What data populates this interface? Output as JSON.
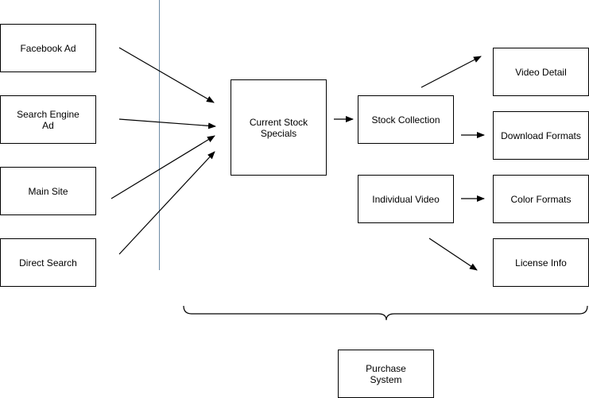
{
  "diagram": {
    "nodes": [
      {
        "id": "facebook-ad",
        "label": "Facebook Ad"
      },
      {
        "id": "search-engine-ad",
        "label": "Search Engine\nAd"
      },
      {
        "id": "main-site",
        "label": "Main Site"
      },
      {
        "id": "direct-search",
        "label": "Direct Search"
      },
      {
        "id": "current-stock-specials",
        "label": "Current Stock\nSpecials"
      },
      {
        "id": "stock-collection",
        "label": "Stock Collection"
      },
      {
        "id": "individual-video",
        "label": "Individual Video"
      },
      {
        "id": "video-detail",
        "label": "Video Detail"
      },
      {
        "id": "download-formats",
        "label": "Download Formats"
      },
      {
        "id": "color-formats",
        "label": "Color Formats"
      },
      {
        "id": "license-info",
        "label": "License Info"
      },
      {
        "id": "purchase-system",
        "label": "Purchase\nSystem"
      }
    ],
    "edges": [
      {
        "from": "facebook-ad",
        "to": "current-stock-specials"
      },
      {
        "from": "search-engine-ad",
        "to": "current-stock-specials"
      },
      {
        "from": "main-site",
        "to": "current-stock-specials"
      },
      {
        "from": "direct-search",
        "to": "current-stock-specials"
      },
      {
        "from": "current-stock-specials",
        "to": "stock-collection"
      },
      {
        "from": "stock-collection",
        "to": "video-detail"
      },
      {
        "from": "stock-collection",
        "to": "download-formats"
      },
      {
        "from": "individual-video",
        "to": "color-formats"
      },
      {
        "from": "individual-video",
        "to": "license-info"
      }
    ],
    "colors": {
      "stroke": "#000000",
      "divider": "#6d8aa5",
      "background": "#ffffff"
    }
  }
}
